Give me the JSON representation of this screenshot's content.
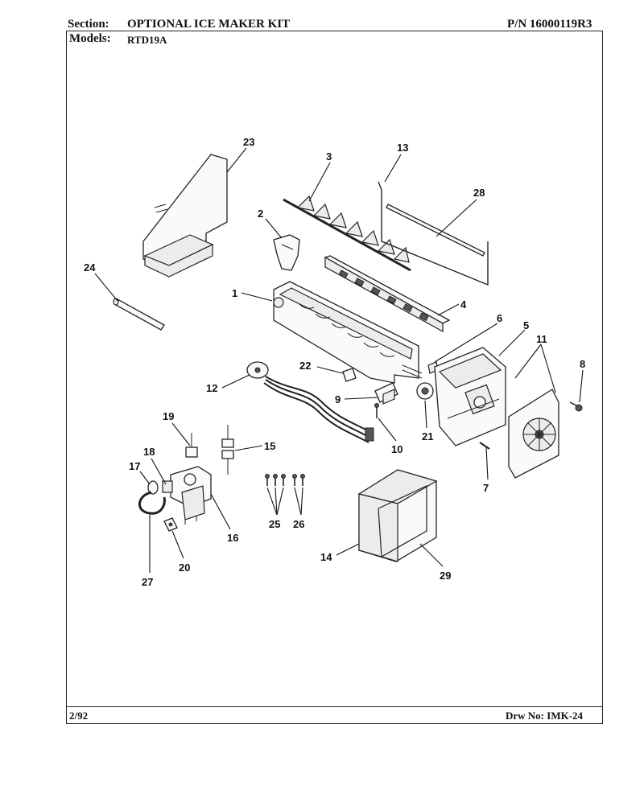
{
  "header": {
    "section_label": "Section:",
    "section_title": "OPTIONAL ICE MAKER KIT",
    "part_number": "P/N 16000119R3",
    "models_label": "Models:",
    "models_value": "RTD19A"
  },
  "footer": {
    "date": "2/92",
    "drawing_number": "Drw No: IMK-24"
  },
  "callouts": [
    "1",
    "2",
    "3",
    "4",
    "5",
    "6",
    "7",
    "8",
    "9",
    "10",
    "11",
    "12",
    "13",
    "14",
    "15",
    "16",
    "17",
    "18",
    "19",
    "20",
    "21",
    "22",
    "23",
    "24",
    "25",
    "26",
    "27",
    "28",
    "29"
  ]
}
